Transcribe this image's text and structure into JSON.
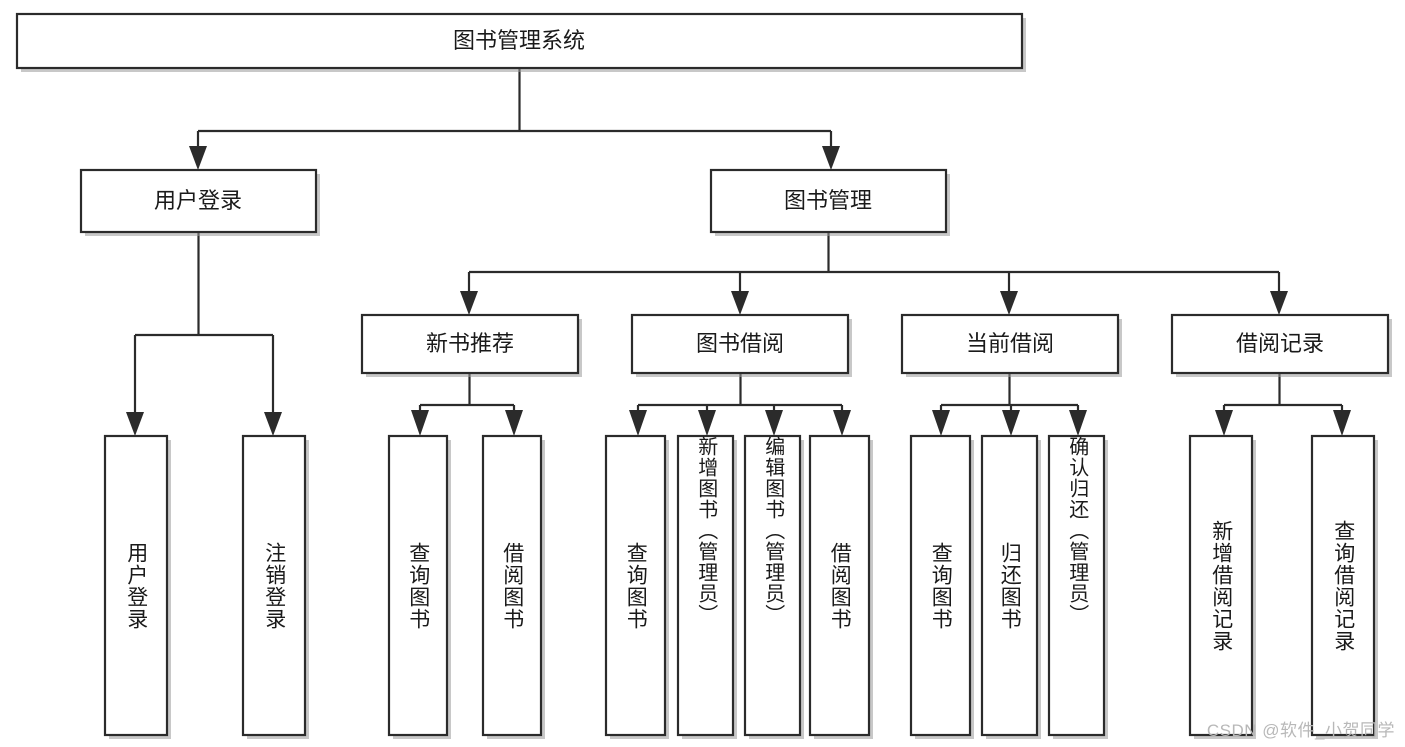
{
  "diagram": {
    "title": "图书管理系统",
    "watermark": "CSDN @软件_小贺同学",
    "root": {
      "label": "图书管理系统"
    },
    "level2": [
      {
        "label": "用户登录"
      },
      {
        "label": "图书管理"
      }
    ],
    "level3": [
      {
        "label": "新书推荐"
      },
      {
        "label": "图书借阅"
      },
      {
        "label": "当前借阅"
      },
      {
        "label": "借阅记录"
      }
    ],
    "leaves": {
      "user_login": [
        {
          "label": "用户登录"
        },
        {
          "label": "注销登录"
        }
      ],
      "new_book_recommend": [
        {
          "label": "查询图书"
        },
        {
          "label": "借阅图书"
        }
      ],
      "book_borrow": [
        {
          "label": "查询图书"
        },
        {
          "label": "新增图书（管理员）"
        },
        {
          "label": "编辑图书（管理员）"
        },
        {
          "label": "借阅图书"
        }
      ],
      "current_borrow": [
        {
          "label": "查询图书"
        },
        {
          "label": "归还图书"
        },
        {
          "label": "确认归还（管理员）"
        }
      ],
      "borrow_records": [
        {
          "label": "新增借阅记录"
        },
        {
          "label": "查询借阅记录"
        }
      ]
    },
    "colors": {
      "stroke": "#2b2b2b",
      "fill": "#ffffff",
      "text": "#1a1a1a",
      "watermark": "#b8b8b8"
    }
  }
}
